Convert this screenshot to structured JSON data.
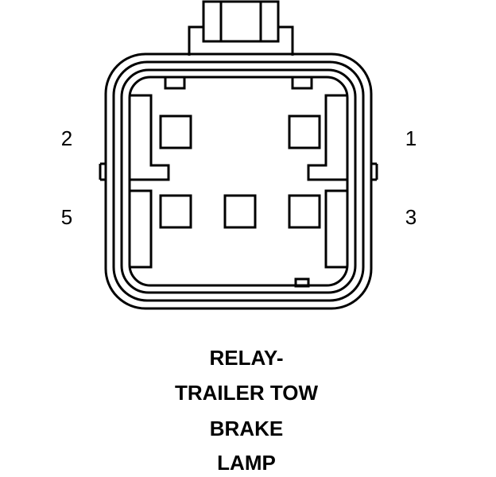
{
  "pins": {
    "pin_1": "1",
    "pin_2": "2",
    "pin_3": "3",
    "pin_5": "5"
  },
  "caption": {
    "line1": "RELAY-",
    "line2": "TRAILER TOW",
    "line3": "BRAKE",
    "line4": "LAMP"
  },
  "colors": {
    "stroke": "#000000",
    "background": "#ffffff"
  }
}
